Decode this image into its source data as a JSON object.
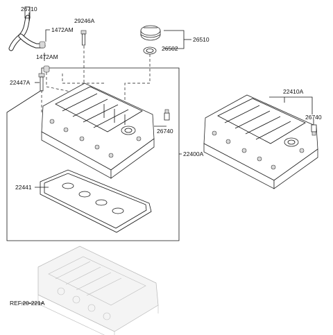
{
  "labels": {
    "breather_hose": "26710",
    "clamp_upper": "1472AM",
    "clamp_lower": "1472AM",
    "bolt_pcv": "29246A",
    "oil_cap": "26510",
    "oil_cap_seal": "26502",
    "cover_bolt": "22447A",
    "pcv_valve_left": "26740",
    "cover_assy_box": "22400A",
    "gasket": "22441",
    "cover_assy_right": "22410A",
    "pcv_valve_right": "26740",
    "reference": "REF.20-221A"
  }
}
